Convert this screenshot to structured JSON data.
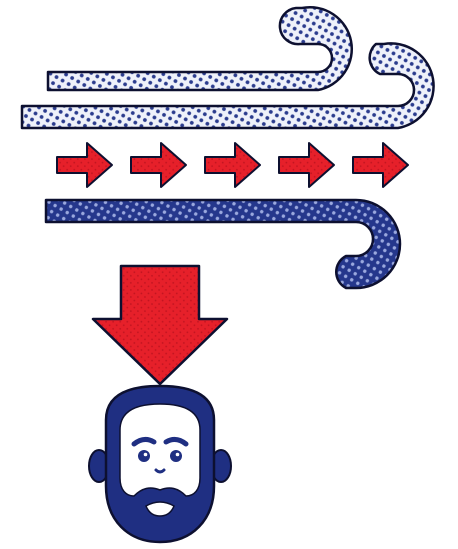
{
  "illustration": {
    "colors": {
      "background": "#ffffff",
      "outline": "#0d1030",
      "wind_light_fill": "#eef1fa",
      "wind_dot": "#2b3c8e",
      "wind_dark_fill": "#25378c",
      "wind_dark_dot": "#9aa8de",
      "arrow_red": "#e6202a",
      "arrow_dot": "#9e0f16",
      "face_navy": "#1f2f82",
      "face_white": "#ffffff"
    },
    "wind_streams": [
      {
        "name": "upper-gust",
        "style": "light"
      },
      {
        "name": "middle-gust",
        "style": "light"
      },
      {
        "name": "lower-gust",
        "style": "dark"
      }
    ],
    "right_arrow_count": 5,
    "icons": [
      "wind-icon",
      "arrow-right-icon",
      "arrow-down-icon",
      "bearded-face-icon"
    ]
  }
}
